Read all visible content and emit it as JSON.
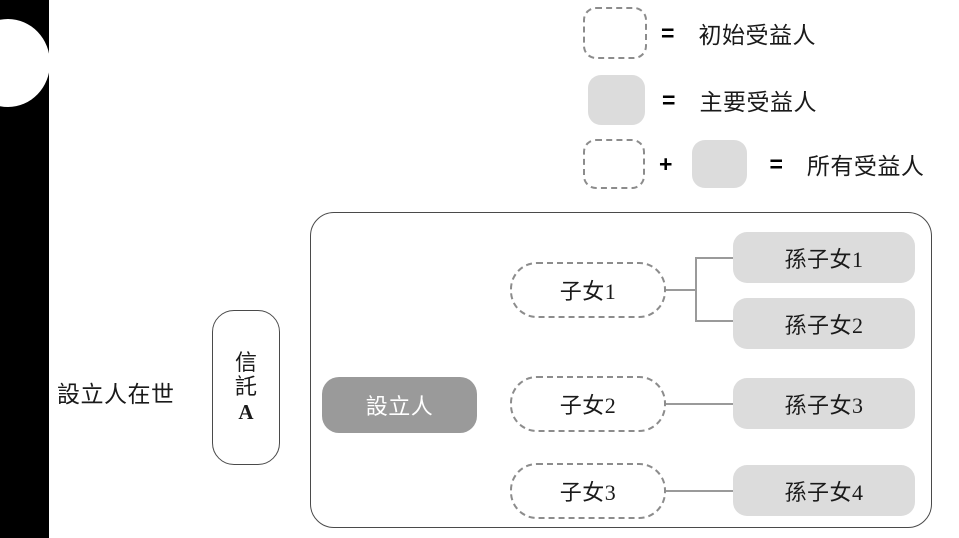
{
  "legend": {
    "rows": [
      {
        "id": "initial-beneficiary",
        "swatch": "dashed-rounded-box",
        "operator": "=",
        "label": "初始受益人"
      },
      {
        "id": "primary-beneficiary",
        "swatch": "solid-gray-rounded-box",
        "operator": "=",
        "label": "主要受益人"
      },
      {
        "id": "all-beneficiaries",
        "swatch_left": "dashed-rounded-box",
        "operator_mid": "+",
        "swatch_right": "solid-gray-rounded-box",
        "operator": "=",
        "label": "所有受益人"
      }
    ]
  },
  "side_caption": "設立人在世",
  "trust": {
    "line1": "信",
    "line2": "託",
    "line3": "A"
  },
  "diagram": {
    "settlor": {
      "label": "設立人"
    },
    "children": [
      {
        "label": "子女1"
      },
      {
        "label": "子女2"
      },
      {
        "label": "子女3"
      }
    ],
    "grandchildren": [
      {
        "label": "孫子女1"
      },
      {
        "label": "孫子女2"
      },
      {
        "label": "孫子女3"
      },
      {
        "label": "孫子女4"
      }
    ]
  },
  "colors": {
    "primary_fill": "#9a9a9a",
    "beneficiary_fill": "#dcdcdc",
    "dashed_stroke": "#8c8c8c",
    "outline": "#4a4a4a",
    "band": "#000000"
  }
}
